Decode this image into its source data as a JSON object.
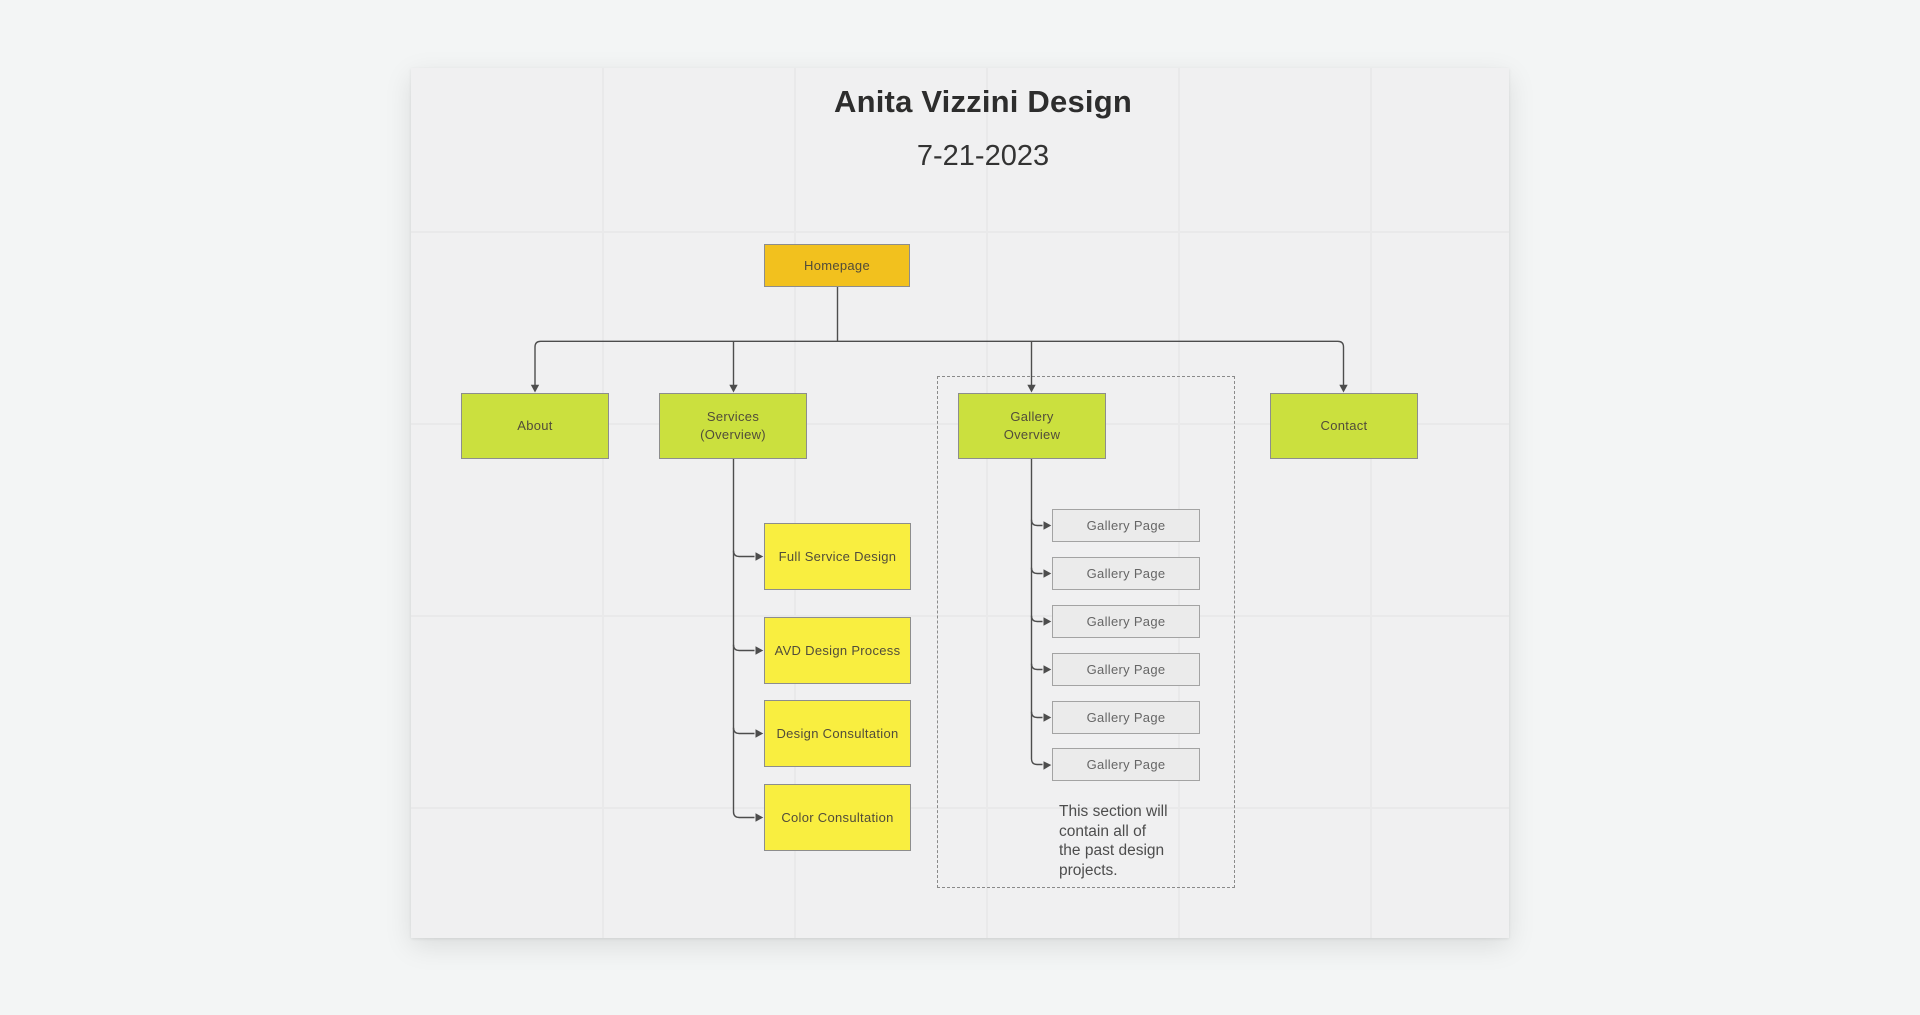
{
  "header": {
    "title": "Anita Vizzini Design",
    "date": "7-21-2023"
  },
  "sitemap": {
    "root": {
      "label": "Homepage"
    },
    "level1": [
      {
        "id": "about",
        "label_lines": [
          "About",
          ""
        ]
      },
      {
        "id": "services-overview",
        "label_lines": [
          "Services",
          "(Overview)"
        ]
      },
      {
        "id": "gallery-overview",
        "label_lines": [
          "Gallery",
          "Overview"
        ]
      },
      {
        "id": "contact",
        "label_lines": [
          "Contact",
          ""
        ]
      }
    ],
    "service_children": [
      "Full Service Design",
      "AVD Design Process",
      "Design Consultation",
      "Color Consultation"
    ],
    "gallery_children": [
      "Gallery Page",
      "Gallery Page",
      "Gallery Page",
      "Gallery Page",
      "Gallery Page",
      "Gallery Page"
    ],
    "gallery_note": {
      "lines": [
        "This section will",
        "contain all of",
        "the past design",
        "projects."
      ]
    }
  },
  "colors": {
    "background": "#f3f5f5",
    "canvas": "#f0f0f1",
    "grid": "#e9e9ea",
    "root_fill": "#f2c11e",
    "section_fill": "#cbe03e",
    "subpage_fill": "#f9ee40",
    "gallery_fill": "#ebebeb",
    "node_border": "#8d8d8d",
    "gallery_border": "#a3a3a3",
    "connector": "#4d4d4d",
    "dashed_outline": "#8a8a8a",
    "title_text": "#2d2d2d",
    "node_text": "#514c3a",
    "gallery_text": "#666666",
    "note_text": "#4d4d4d"
  }
}
